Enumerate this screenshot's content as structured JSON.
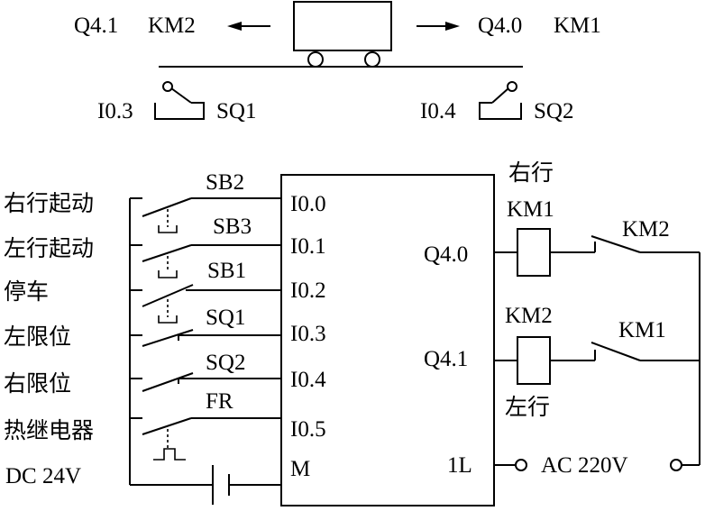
{
  "cart": {
    "left_output": "Q4.1",
    "left_contactor": "KM2",
    "right_output": "Q4.0",
    "right_contactor": "KM1",
    "left_input": "I0.3",
    "left_switch": "SQ1",
    "right_input": "I0.4",
    "right_switch": "SQ2"
  },
  "inputs": [
    {
      "desc": "右行起动",
      "switch": "SB2",
      "terminal": "I0.0"
    },
    {
      "desc": "左行起动",
      "switch": "SB3",
      "terminal": "I0.1"
    },
    {
      "desc": "停车",
      "switch": "SB1",
      "terminal": "I0.2"
    },
    {
      "desc": "左限位",
      "switch": "SQ1",
      "terminal": "I0.3"
    },
    {
      "desc": "右限位",
      "switch": "SQ2",
      "terminal": "I0.4"
    },
    {
      "desc": "热继电器",
      "switch": "FR",
      "terminal": "I0.5"
    }
  ],
  "power_in": {
    "label": "DC 24V",
    "terminal": "M"
  },
  "outputs": [
    {
      "terminal": "Q4.0",
      "coil": "KM1",
      "direction": "右行",
      "interlock": "KM2"
    },
    {
      "terminal": "Q4.1",
      "coil": "KM2",
      "direction": "左行",
      "interlock": "KM1"
    }
  ],
  "power_out": {
    "terminal": "1L",
    "label": "AC 220V"
  }
}
